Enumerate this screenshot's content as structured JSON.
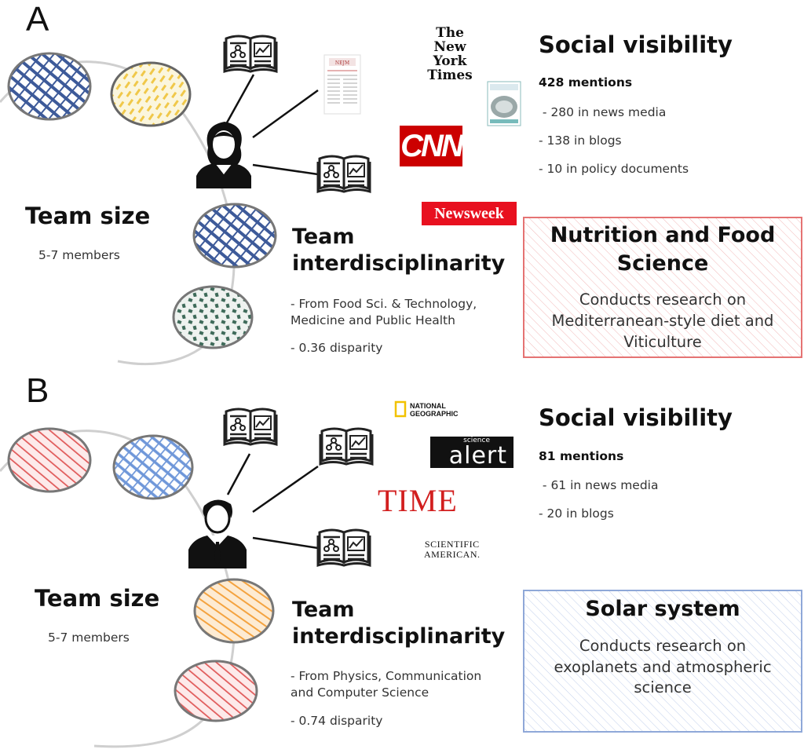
{
  "panelA": {
    "letter": "A",
    "team_size": {
      "heading": "Team size",
      "value": "5-7 members"
    },
    "interdisciplinarity": {
      "heading_line1": "Team",
      "heading_line2": "interdisciplinarity",
      "fields_line1": "- From Food Sci. & Technology,",
      "fields_line2": "Medicine and Public Health",
      "disparity": "- 0.36 disparity"
    },
    "social_visibility": {
      "heading": "Social visibility",
      "mentions": "428 mentions",
      "items": [
        " - 280 in news media",
        "- 138 in blogs",
        "- 10 in policy documents"
      ]
    },
    "topic_box": {
      "title_line1": "Nutrition and Food",
      "title_line2": "Science",
      "body_line1": "Conducts research on",
      "body_line2": "Mediterranean-style diet and",
      "body_line3": "Viticulture",
      "color": "#e57373"
    },
    "logos": {
      "nyt_line1": "The",
      "nyt_line2": "New York",
      "nyt_line3": "Times",
      "cnn": "CNN",
      "newsweek": "Newsweek"
    }
  },
  "panelB": {
    "letter": "B",
    "team_size": {
      "heading": "Team size",
      "value": "5-7 members"
    },
    "interdisciplinarity": {
      "heading_line1": "Team",
      "heading_line2": "interdisciplinarity",
      "fields_line1": "- From Physics, Communication",
      "fields_line2": "and Computer Science",
      "disparity": "- 0.74 disparity"
    },
    "social_visibility": {
      "heading": "Social visibility",
      "mentions": "81 mentions",
      "items": [
        " - 61 in news media",
        "- 20 in blogs"
      ]
    },
    "topic_box": {
      "title": "Solar system",
      "body_line1": "Conducts research on",
      "body_line2": "exoplanets and atmospheric",
      "body_line3": "science",
      "color": "#8fa8d8"
    },
    "logos": {
      "natgeo_line1": "NATIONAL",
      "natgeo_line2": "GEOGRAPHIC",
      "sciencealert_sup": "science",
      "sciencealert": "alert",
      "time": "TIME",
      "sciam_line1": "SCIENTIFIC",
      "sciam_line2": "AMERICAN."
    }
  },
  "colors": {
    "blue_hatch": "#3d5a99",
    "yellow_hatch": "#f0c84a",
    "green_dots": "#3f6b5a",
    "red_hatch": "#e05a5a",
    "light_blue_hatch": "#6f97d9",
    "orange_hatch": "#f4a340"
  }
}
